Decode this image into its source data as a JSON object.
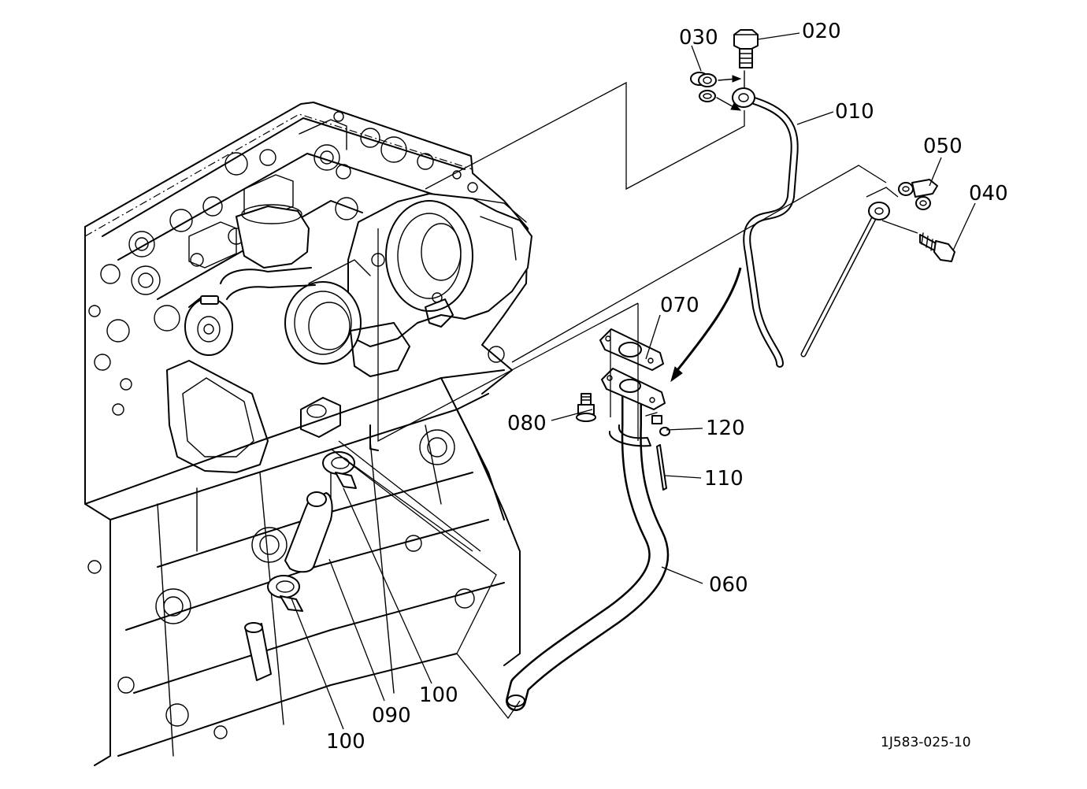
{
  "diagram": {
    "drawing_code": "1J583-025-10",
    "parts": [
      {
        "id": "p010",
        "label": "010"
      },
      {
        "id": "p020",
        "label": "020"
      },
      {
        "id": "p030",
        "label": "030"
      },
      {
        "id": "p040",
        "label": "040"
      },
      {
        "id": "p050",
        "label": "050"
      },
      {
        "id": "p060",
        "label": "060"
      },
      {
        "id": "p070",
        "label": "070"
      },
      {
        "id": "p080",
        "label": "080"
      },
      {
        "id": "p090",
        "label": "090"
      },
      {
        "id": "p100a",
        "label": "100"
      },
      {
        "id": "p100b",
        "label": "100"
      },
      {
        "id": "p110",
        "label": "110"
      },
      {
        "id": "p120",
        "label": "120"
      }
    ]
  }
}
